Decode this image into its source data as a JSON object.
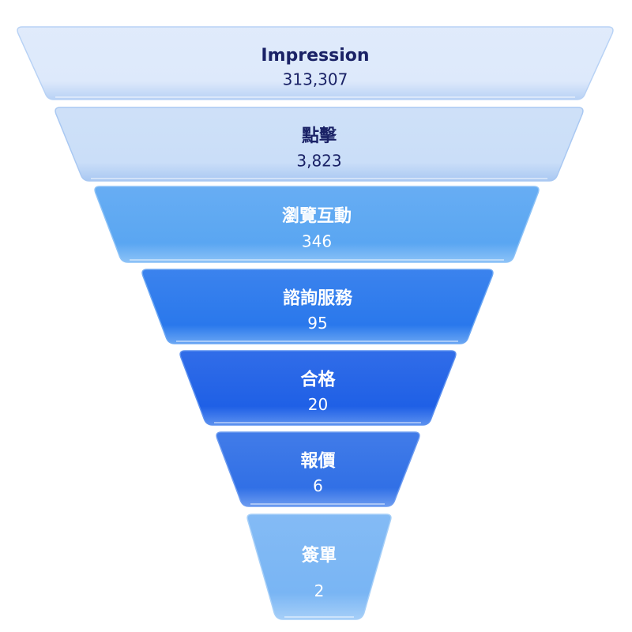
{
  "chart_data": {
    "type": "funnel",
    "stages": [
      {
        "label": "Impression",
        "value": "313,307",
        "fill": "#dde9fb",
        "edge": "#b8d2f5",
        "text_color": "#1a2266"
      },
      {
        "label": "點擊",
        "value": "3,823",
        "fill": "#cadef8",
        "edge": "#a9c8f2",
        "text_color": "#1a2266"
      },
      {
        "label": "瀏覽互動",
        "value": "346",
        "fill": "#5aa6f2",
        "edge": "#8cc2f7",
        "text_color": "#ffffff"
      },
      {
        "label": "諮詢服務",
        "value": "95",
        "fill": "#2a78ec",
        "edge": "#6aa6f3",
        "text_color": "#ffffff"
      },
      {
        "label": "合格",
        "value": "20",
        "fill": "#1f60e6",
        "edge": "#5b90ef",
        "text_color": "#ffffff"
      },
      {
        "label": "報價",
        "value": "6",
        "fill": "#3170e6",
        "edge": "#6c9bf0",
        "text_color": "#ffffff"
      },
      {
        "label": "簽單",
        "value": "2",
        "fill": "#79b5f4",
        "edge": "#a6cff8",
        "text_color": "#ffffff"
      }
    ]
  }
}
